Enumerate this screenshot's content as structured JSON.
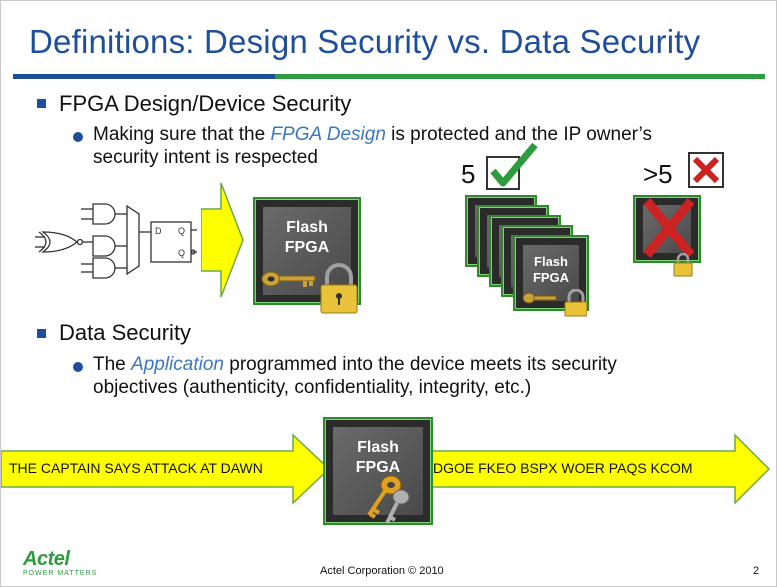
{
  "slide": {
    "title": "Definitions: Design Security vs. Data Security",
    "bullet1": {
      "heading": "FPGA Design/Device Security",
      "sub_line1_pre": "Making sure that the ",
      "sub_line1_em": "FPGA Design",
      "sub_line1_post": " is protected and the IP owner’s",
      "sub_line2": "security intent is respected"
    },
    "bullet2": {
      "heading": "Data Security",
      "sub_line1_pre": "The ",
      "sub_line1_em": "Application",
      "sub_line1_post": " programmed into the device meets its security",
      "sub_line2": "objectives (authenticity, confidentiality, integrity, etc.)"
    },
    "chip_label_line1": "Flash",
    "chip_label_line2": "FPGA",
    "count_ok": "5",
    "count_fail": ">5",
    "plaintext": "THE CAPTAIN SAYS ATTACK AT DAWN",
    "ciphertext": "DGOE FKEO BSPX WOER PAQS KCOM",
    "footer": {
      "logo": "Actel",
      "tagline": "POWER MATTERS",
      "copyright": "Actel Corporation © 2010",
      "page": "2"
    },
    "colors": {
      "title_blue": "#1f4f9b",
      "accent_green": "#2e9b3e",
      "highlight": "#3a78c2",
      "arrow_yellow": "#ffff00",
      "reject_red": "#cc2222"
    }
  }
}
